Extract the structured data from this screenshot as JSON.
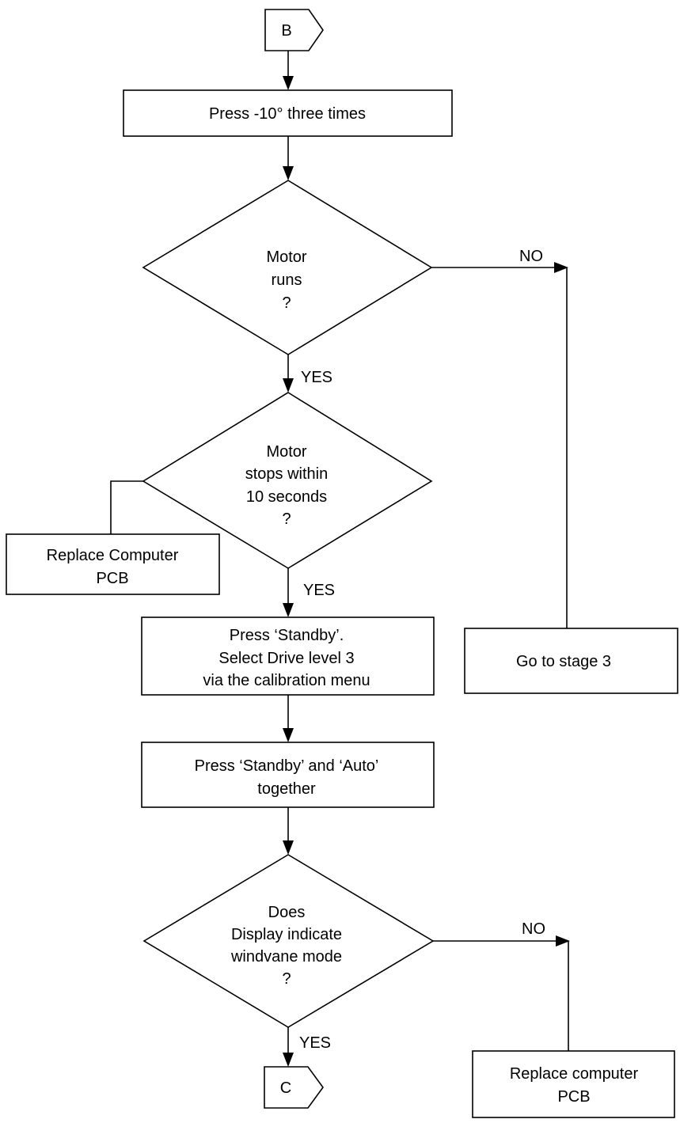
{
  "connectors": {
    "start": "B",
    "end": "C"
  },
  "steps": {
    "press_minus_10": "Press -10° three times",
    "replace_pcb_1": [
      "Replace Computer",
      "PCB"
    ],
    "standby_select": [
      "Press ‘Standby’.",
      "Select Drive level 3",
      "via the calibration menu"
    ],
    "go_stage_3": "Go to stage 3",
    "standby_auto": [
      "Press ‘Standby’ and ‘Auto’",
      "together"
    ],
    "replace_pcb_2": [
      "Replace computer",
      "PCB"
    ]
  },
  "decisions": {
    "motor_runs": [
      "Motor",
      "runs",
      "?"
    ],
    "motor_stops": [
      "Motor",
      "stops within",
      "10 seconds",
      "?"
    ],
    "windvane": [
      "Does",
      "Display indicate",
      "windvane mode",
      "?"
    ]
  },
  "branch_labels": {
    "motor_runs_no": "NO",
    "motor_runs_yes": "YES",
    "motor_stops_yes": "YES",
    "windvane_no": "NO",
    "windvane_yes": "YES"
  }
}
